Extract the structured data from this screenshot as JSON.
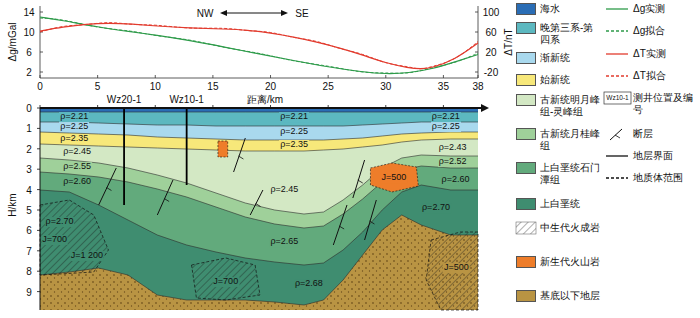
{
  "diagram": {
    "labels": [
      "NW",
      "SE",
      "Δg/mGal",
      "ΔT/nT",
      "14",
      "10",
      "6",
      "2",
      "100",
      "60",
      "20",
      "-20",
      "0",
      "5",
      "10",
      "15",
      "20",
      "25",
      "30",
      "35",
      "38",
      "距离/km",
      "Wz20-1",
      "Wz10-1",
      "H/km",
      "0",
      "1",
      "2",
      "3",
      "4",
      "5",
      "6",
      "7",
      "8",
      "9",
      "ρ=2.21",
      "ρ=2.25",
      "ρ=2.35",
      "ρ=2.45",
      "ρ=2.55",
      "ρ=2.60",
      "ρ=2.70",
      "J=700",
      "J=1 200",
      "ρ=2.21",
      "ρ=2.25",
      "ρ=2.35",
      "ρ=2.45",
      "ρ=2.65",
      "ρ=2.68",
      "J=700",
      "ρ=2.21",
      "ρ=2.25",
      "ρ=2.43",
      "ρ=2.52",
      "ρ=2.60",
      "J=500",
      "ρ=2.70",
      "J=500",
      "Wz10-1"
    ],
    "legend": [
      {
        "text": "海水",
        "color": "#2a6db5"
      },
      {
        "text": "晚第三系-第四系",
        "color": "#5cb8c0"
      },
      {
        "text": "渐新统",
        "color": "#a9d9ee"
      },
      {
        "text": "始新统",
        "color": "#f7e87a"
      },
      {
        "text": "古新统明月峰组-灵峰组",
        "color": "#d3e8c4"
      },
      {
        "text": "古新统月桂峰组",
        "color": "#9fd09a"
      },
      {
        "text": "上白垩统石门潭组",
        "color": "#62aa7c"
      },
      {
        "text": "上白垩统",
        "color": "#3f8d70"
      },
      {
        "text": "中生代火成岩"
      },
      {
        "text": "新生代火山岩",
        "color": "#ee7d2a"
      },
      {
        "text": "基底以下地层",
        "color": "#b99443"
      },
      {
        "text": "Δg实测"
      },
      {
        "text": "Δg拟合"
      },
      {
        "text": "ΔT实测"
      },
      {
        "text": "ΔT拟合"
      },
      {
        "text": "测井位置及编号"
      },
      {
        "text": "断层"
      },
      {
        "text": "地层界面"
      },
      {
        "text": "地质体范围"
      }
    ]
  }
}
